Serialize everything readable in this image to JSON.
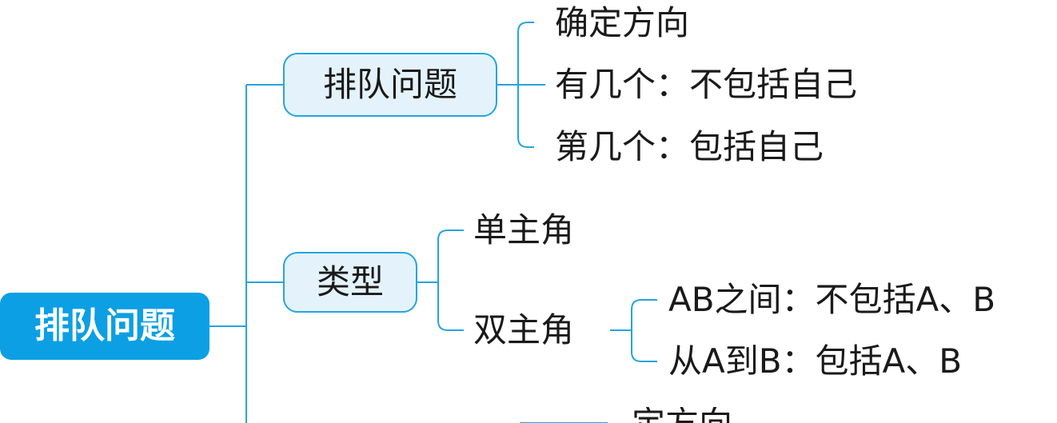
{
  "colors": {
    "connector": "#26a4df",
    "root_fill": "#0c9fe3",
    "branch_fill": "#e4f3fb",
    "text": "#1a1a1a"
  },
  "root": {
    "label": "排队问题"
  },
  "branch_queue": {
    "label": "排队问题",
    "items": [
      "确定方向",
      "有几个：不包括自己",
      "第几个：包括自己"
    ]
  },
  "branch_types": {
    "label": "类型",
    "single": "单主角",
    "double": {
      "label": "双主角",
      "items": [
        "AB之间：不包括A、B",
        "从A到B：包括A、B"
      ]
    }
  },
  "cut_off": {
    "label": "定方向"
  }
}
